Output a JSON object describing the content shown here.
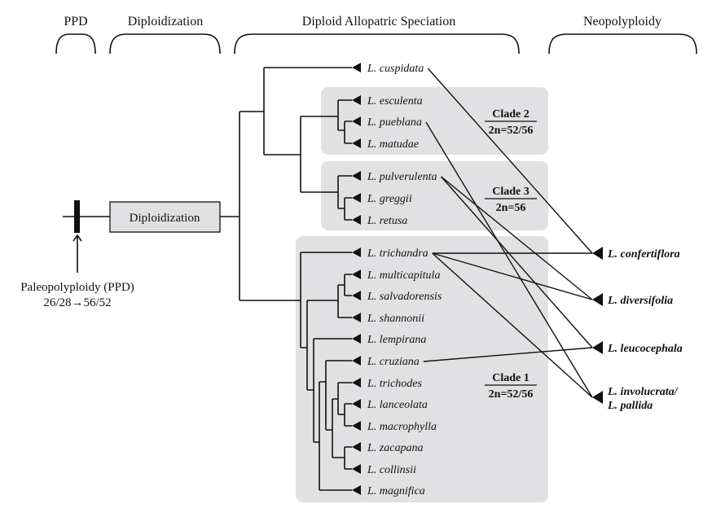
{
  "headers": {
    "ppd": "PPD",
    "diploidization": "Diploidization",
    "allopatric": "Diploid Allopatric Speciation",
    "neopolyploidy": "Neopolyploidy"
  },
  "diploidization_box": "Diploidization",
  "paleo": {
    "line1": "Paleopolyploidy (PPD)",
    "line2": "26/28→56/52"
  },
  "clades": [
    {
      "name": "Clade 2",
      "count": "2n=52/56"
    },
    {
      "name": "Clade 3",
      "count": "2n=56"
    },
    {
      "name": "Clade 1",
      "count": "2n=52/56"
    }
  ],
  "taxa": [
    "L. cuspidata",
    "L. esculenta",
    "L. pueblana",
    "L. matudae",
    "L. pulverulenta",
    "L. greggii",
    "L. retusa",
    "L. trichandra",
    "L. multicapitula",
    "L. salvadorensis",
    "L. shannonii",
    "L. lempirana",
    "L. cruziana",
    "L. trichodes",
    "L. lanceolata",
    "L. macrophylla",
    "L. zacapana",
    "L. collinsii",
    "L. magnifica"
  ],
  "polyploids": [
    "L. confertiflora",
    "L. diversifolia",
    "L. leucocephala",
    "L. involucrata/",
    "L. pallida"
  ],
  "links": [
    [
      "L. cuspidata",
      "L. confertiflora"
    ],
    [
      "L. pueblana",
      "L. involucrata/"
    ],
    [
      "L. pulverulenta",
      "L. diversifolia"
    ],
    [
      "L. pulverulenta",
      "L. leucocephala"
    ],
    [
      "L. trichandra",
      "L. confertiflora"
    ],
    [
      "L. trichandra",
      "L. diversifolia"
    ],
    [
      "L. trichandra",
      "L. involucrata/"
    ],
    [
      "L. cruziana",
      "L. leucocephala"
    ]
  ]
}
